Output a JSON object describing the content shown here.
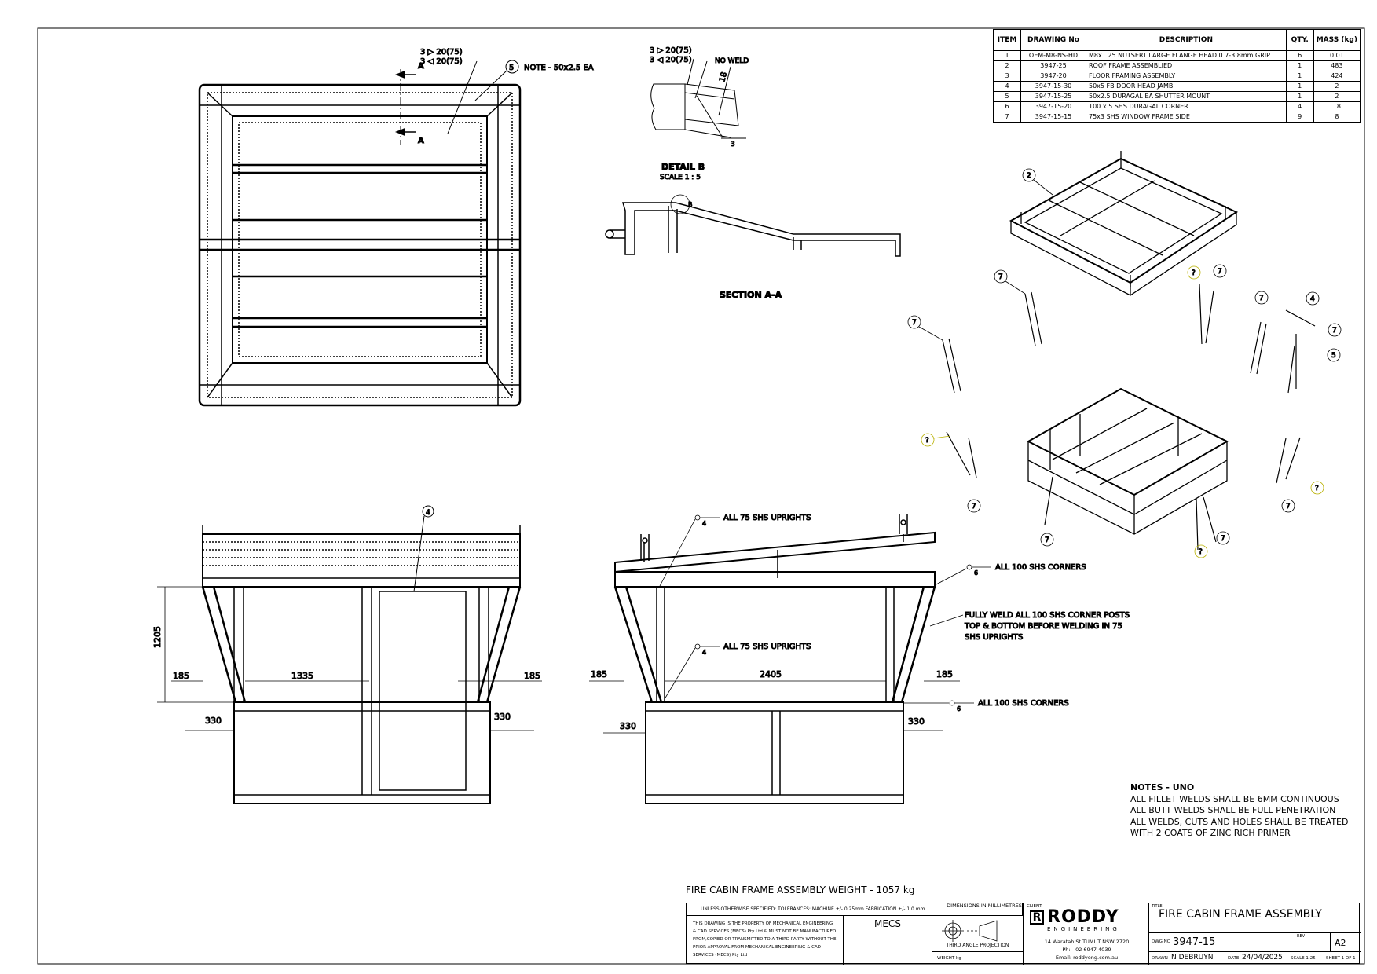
{
  "bom": {
    "headers": {
      "item": "ITEM",
      "drawing_no": "DRAWING No",
      "description": "DESCRIPTION",
      "qty": "QTY.",
      "mass": "MASS (kg)"
    },
    "rows": [
      {
        "item": "1",
        "drawing_no": "OEM-M8-NS-HD",
        "description": "M8x1.25 NUTSERT LARGE FLANGE HEAD 0.7-3.8mm GRIP",
        "qty": "6",
        "mass": "0.01"
      },
      {
        "item": "2",
        "drawing_no": "3947-25",
        "description": "ROOF FRAME ASSEMBLIED",
        "qty": "1",
        "mass": "483"
      },
      {
        "item": "3",
        "drawing_no": "3947-20",
        "description": "FLOOR FRAMING ASSEMBLY",
        "qty": "1",
        "mass": "424"
      },
      {
        "item": "4",
        "drawing_no": "3947-15-30",
        "description": "50x5 FB DOOR HEAD JAMB",
        "qty": "1",
        "mass": "2"
      },
      {
        "item": "5",
        "drawing_no": "3947-15-25",
        "description": "50x2.5 DURAGAL EA SHUTTER MOUNT",
        "qty": "1",
        "mass": "2"
      },
      {
        "item": "6",
        "drawing_no": "3947-15-20",
        "description": "100 x 5 SHS DURAGAL CORNER",
        "qty": "4",
        "mass": "18"
      },
      {
        "item": "7",
        "drawing_no": "3947-15-15",
        "description": "75x3 SHS WINDOW FRAME SIDE",
        "qty": "9",
        "mass": "8"
      }
    ]
  },
  "top_view": {
    "weld_top": "3 ▷ 20(75)",
    "weld_bottom": "3 ◁ 20(75)",
    "section_letter": "A",
    "balloon": "5",
    "note": "NOTE - 50x2.5 EA"
  },
  "detail_b": {
    "weld_top": "3 ▷ 20(75)",
    "weld_bottom": "3 ◁ 20(75)",
    "no_weld": "NO WELD",
    "dim": "18",
    "weld_size": "3",
    "title": "DETAIL B",
    "scale": "SCALE 1 : 5"
  },
  "section_aa": {
    "balloon": "B",
    "title": "SECTION A-A"
  },
  "front_view": {
    "balloon": "4",
    "dims": {
      "height": "1205",
      "left_offset": "185",
      "width": "1335",
      "right_offset": "185",
      "left_base": "330",
      "right_base": "330"
    }
  },
  "side_view": {
    "weld_uprights_size": "4",
    "weld_uprights": "ALL 75 SHS UPRIGHTS",
    "weld_corners_size": "6",
    "weld_corners": "ALL 100 SHS CORNERS",
    "corner_note": [
      "FULLY WELD ALL 100 SHS CORNER POSTS",
      "TOP & BOTTOM BEFORE WELDING IN 75",
      "SHS UPRIGHTS"
    ],
    "dims": {
      "left_offset": "185",
      "width": "2405",
      "right_offset": "185",
      "left_base": "330",
      "right_base": "330"
    }
  },
  "isometric": {
    "balloons": [
      "2",
      "7",
      "7",
      "?",
      "7",
      "7",
      "4",
      "7",
      "5",
      "?",
      "7",
      "7",
      "7",
      "?",
      "7",
      "?"
    ]
  },
  "notes": {
    "title": "NOTES - UNO",
    "lines": [
      "ALL FILLET WELDS SHALL BE 6MM CONTINUOUS",
      "ALL BUTT WELDS SHALL BE FULL PENETRATION",
      "ALL WELDS, CUTS AND HOLES SHALL BE TREATED",
      "WITH 2 COATS OF ZINC RICH PRIMER"
    ]
  },
  "weight_line": "FIRE CABIN FRAME ASSEMBLY WEIGHT -   1057 kg",
  "title_block": {
    "tolerances": "UNLESS OTHERWISE SPECIFIED: TOLERANCES: MACHINE +/- 0.25mm  FABRICATION +/- 1.0 mm",
    "dimensions": "DIMENSIONS IN MILLIMETRES",
    "property": "THIS DRAWING IS THE PROPERTY OF MECHANICAL ENGINEERING & CAD SERVICES (MECS) Pty Ltd & MUST NOT BE MANUFACTURED FROM,COPIED OR TRANSMITTED TO A THIRD PARTY WITHOUT THE PRIOR APPROVAL FROM MECHANICAL ENGINEERING & CAD SERVICES (MECS) Pty Ltd",
    "mecs": "MECS",
    "projection": "THIRD ANGLE PROJECTION",
    "weight_label": "WEIGHT kg",
    "client_label": "CLIENT",
    "client_name": "RODDY",
    "client_sub": "ENGINEERING",
    "address": "14 Waratah St TUMUT NSW 2720",
    "phone": "Ph: - 02 6947 4039",
    "email": "Email: roddyeng.com.au",
    "title_label": "TITLE",
    "title": "FIRE CABIN FRAME ASSEMBLY",
    "dwg_label": "DWG NO",
    "dwg_no": "3947-15",
    "rev_label": "REV",
    "size": "A2",
    "drawn_label": "DRAWN",
    "drawn": "N DEBRUYN",
    "date_label": "DATE",
    "date": "24/04/2025",
    "scale_label": "SCALE 1:25",
    "sheet": "SHEET 1 OF 1"
  }
}
